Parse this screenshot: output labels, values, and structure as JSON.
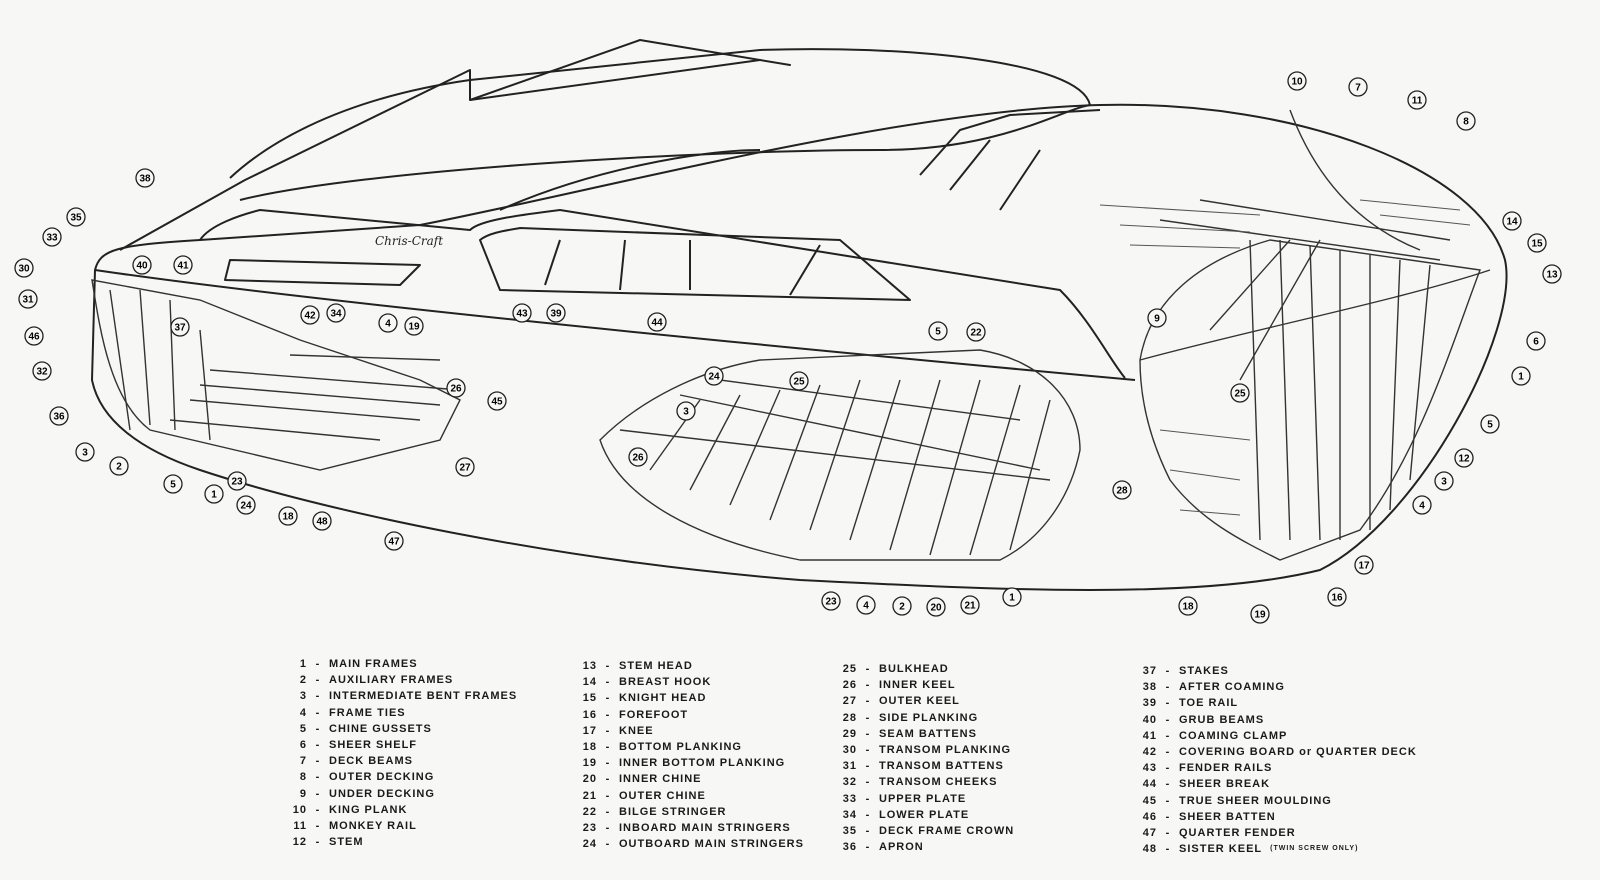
{
  "logo_script": "Chris-Craft",
  "callouts": [
    "38",
    "35",
    "33",
    "30",
    "40",
    "41",
    "31",
    "46",
    "32",
    "37",
    "42",
    "34",
    "4",
    "19",
    "43",
    "39",
    "44",
    "26",
    "45",
    "36",
    "3",
    "2",
    "5",
    "1",
    "23",
    "24",
    "18",
    "48",
    "27",
    "47",
    "5",
    "22",
    "24",
    "25",
    "3",
    "26",
    "28",
    "23",
    "4",
    "2",
    "20",
    "21",
    "1",
    "10",
    "7",
    "11",
    "8",
    "14",
    "15",
    "13",
    "9",
    "6",
    "1",
    "25",
    "5",
    "12",
    "3",
    "4",
    "17",
    "16",
    "18",
    "19"
  ],
  "legend": [
    [
      {
        "num": "1",
        "label": "MAIN FRAMES"
      },
      {
        "num": "2",
        "label": "AUXILIARY FRAMES"
      },
      {
        "num": "3",
        "label": "INTERMEDIATE BENT FRAMES"
      },
      {
        "num": "4",
        "label": "FRAME TIES"
      },
      {
        "num": "5",
        "label": "CHINE GUSSETS"
      },
      {
        "num": "6",
        "label": "SHEER SHELF"
      },
      {
        "num": "7",
        "label": "DECK BEAMS"
      },
      {
        "num": "8",
        "label": "OUTER DECKING"
      },
      {
        "num": "9",
        "label": "UNDER DECKING"
      },
      {
        "num": "10",
        "label": "KING PLANK"
      },
      {
        "num": "11",
        "label": "MONKEY RAIL"
      },
      {
        "num": "12",
        "label": "STEM"
      }
    ],
    [
      {
        "num": "13",
        "label": "STEM HEAD"
      },
      {
        "num": "14",
        "label": "BREAST HOOK"
      },
      {
        "num": "15",
        "label": "KNIGHT HEAD"
      },
      {
        "num": "16",
        "label": "FOREFOOT"
      },
      {
        "num": "17",
        "label": "KNEE"
      },
      {
        "num": "18",
        "label": "BOTTOM PLANKING"
      },
      {
        "num": "19",
        "label": "INNER BOTTOM PLANKING"
      },
      {
        "num": "20",
        "label": "INNER CHINE"
      },
      {
        "num": "21",
        "label": "OUTER CHINE"
      },
      {
        "num": "22",
        "label": "BILGE STRINGER"
      },
      {
        "num": "23",
        "label": "INBOARD MAIN STRINGERS"
      },
      {
        "num": "24",
        "label": "OUTBOARD MAIN STRINGERS"
      }
    ],
    [
      {
        "num": "25",
        "label": "BULKHEAD"
      },
      {
        "num": "26",
        "label": "INNER KEEL"
      },
      {
        "num": "27",
        "label": "OUTER KEEL"
      },
      {
        "num": "28",
        "label": "SIDE PLANKING"
      },
      {
        "num": "29",
        "label": "SEAM BATTENS"
      },
      {
        "num": "30",
        "label": "TRANSOM PLANKING"
      },
      {
        "num": "31",
        "label": "TRANSOM BATTENS"
      },
      {
        "num": "32",
        "label": "TRANSOM CHEEKS"
      },
      {
        "num": "33",
        "label": "UPPER PLATE"
      },
      {
        "num": "34",
        "label": "LOWER PLATE"
      },
      {
        "num": "35",
        "label": "DECK FRAME CROWN"
      },
      {
        "num": "36",
        "label": "APRON"
      }
    ],
    [
      {
        "num": "37",
        "label": "STAKES"
      },
      {
        "num": "38",
        "label": "AFTER COAMING"
      },
      {
        "num": "39",
        "label": "TOE RAIL"
      },
      {
        "num": "40",
        "label": "GRUB BEAMS"
      },
      {
        "num": "41",
        "label": "COAMING CLAMP"
      },
      {
        "num": "42",
        "label": "COVERING BOARD or QUARTER DECK"
      },
      {
        "num": "43",
        "label": "FENDER RAILS"
      },
      {
        "num": "44",
        "label": "SHEER BREAK"
      },
      {
        "num": "45",
        "label": "TRUE SHEER MOULDING"
      },
      {
        "num": "46",
        "label": "SHEER BATTEN"
      },
      {
        "num": "47",
        "label": "QUARTER FENDER"
      },
      {
        "num": "48",
        "label": "SISTER KEEL",
        "note": "(TWIN SCREW ONLY)"
      }
    ]
  ]
}
